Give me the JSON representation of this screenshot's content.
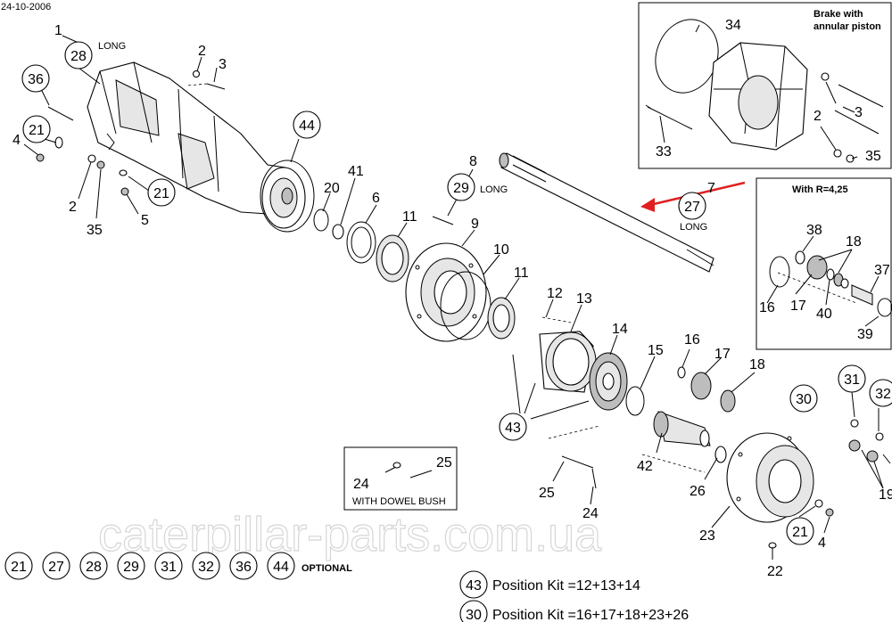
{
  "header": {
    "date": "24-10-2006"
  },
  "watermark": "caterpillar-parts.com.ua",
  "insets": {
    "brake": {
      "title_line1": "Brake with",
      "title_line2": "annular piston"
    },
    "ratio": {
      "title": "With R=4,25"
    },
    "dowel": {
      "caption": "WITH DOWEL BUSH"
    }
  },
  "notes": {
    "long": "LONG"
  },
  "labels": {
    "l1": "1",
    "l2": "2",
    "l3": "3",
    "l4": "4",
    "l5": "5",
    "l6": "6",
    "l7": "7",
    "l8": "8",
    "l9": "9",
    "l10": "10",
    "l11": "11",
    "l12": "12",
    "l13": "13",
    "l14": "14",
    "l15": "15",
    "l16": "16",
    "l17": "17",
    "l18": "18",
    "l19": "19",
    "l20": "20",
    "l21": "21",
    "l22": "22",
    "l23": "23",
    "l24": "24",
    "l25": "25",
    "l26": "26",
    "l27": "27",
    "l28": "28",
    "l29": "29",
    "l30": "30",
    "l31": "31",
    "l32": "32",
    "l33": "33",
    "l34": "34",
    "l35": "35",
    "l36": "36",
    "l37": "37",
    "l38": "38",
    "l39": "39",
    "l40": "40",
    "l41": "41",
    "l42": "42",
    "l43": "43",
    "l44": "44"
  },
  "optional_row": {
    "items": [
      "21",
      "27",
      "28",
      "29",
      "31",
      "32",
      "36",
      "44"
    ],
    "label": "OPTIONAL"
  },
  "kits": [
    {
      "number": "43",
      "text": "Position Kit =12+13+14"
    },
    {
      "number": "30",
      "text": "Position Kit =16+17+18+23+26"
    }
  ],
  "colors": {
    "arrow": "#e02020",
    "line": "#000000",
    "watermark": "#d6d6d6"
  }
}
